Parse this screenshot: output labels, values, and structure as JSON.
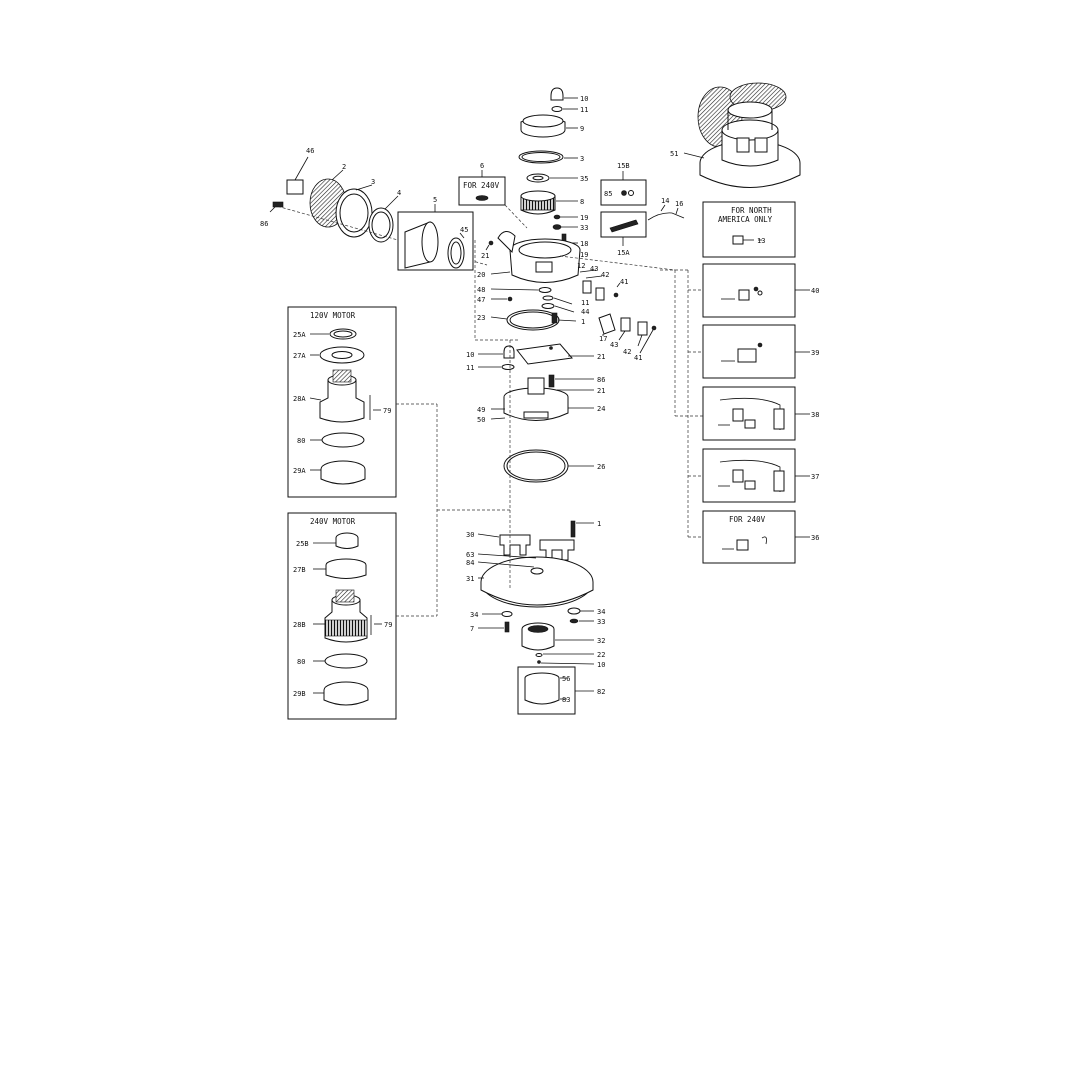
{
  "boxes": {
    "motor_120": "120V MOTOR",
    "motor_240": "240V MOTOR",
    "for_240_top": "FOR 240V",
    "for_240_side": "FOR 240V",
    "north_america_1": "FOR NORTH",
    "north_america_2": "AMERICA ONLY"
  },
  "labels": {
    "l10a": "10",
    "l11a": "11",
    "l9": "9",
    "l3a": "3",
    "l35": "35",
    "l8": "8",
    "l19a": "19",
    "l33a": "33",
    "l18": "18",
    "l19b": "19",
    "l12": "12",
    "l43a": "43",
    "l42a": "42",
    "l41a": "41",
    "l11b": "11",
    "l44": "44",
    "l1a": "1",
    "l17": "17",
    "l43b": "43",
    "l42b": "42",
    "l41b": "41",
    "l21a": "21",
    "l20": "20",
    "l48": "48",
    "l47": "47",
    "l23": "23",
    "l10b": "10",
    "l11c": "11",
    "l21b": "21",
    "l86a": "86",
    "l21c": "21",
    "l49": "49",
    "l50": "50",
    "l24": "24",
    "l26": "26",
    "l30": "30",
    "l1b": "1",
    "l63": "63",
    "l84": "84",
    "l31": "31",
    "l34a": "34",
    "l7": "7",
    "l34b": "34",
    "l33b": "33",
    "l32": "32",
    "l22": "22",
    "l10c": "10",
    "l56": "56",
    "l82": "82",
    "l83": "83",
    "l46": "46",
    "l2": "2",
    "l3b": "3",
    "l4": "4",
    "l5": "5",
    "l45": "45",
    "l86b": "86",
    "l6": "6",
    "l15b": "15B",
    "l85": "85",
    "l15a": "15A",
    "l14": "14",
    "l16": "16",
    "l51": "51",
    "l13": "13",
    "l40": "40",
    "l39": "39",
    "l38": "38",
    "l37": "37",
    "l36": "36",
    "l25a": "25A",
    "l27a": "27A",
    "l28a": "28A",
    "l79a": "79",
    "l80a": "80",
    "l29a": "29A",
    "l25b": "25B",
    "l27b": "27B",
    "l28b": "28B",
    "l79b": "79",
    "l80b": "80",
    "l29b": "29B"
  }
}
